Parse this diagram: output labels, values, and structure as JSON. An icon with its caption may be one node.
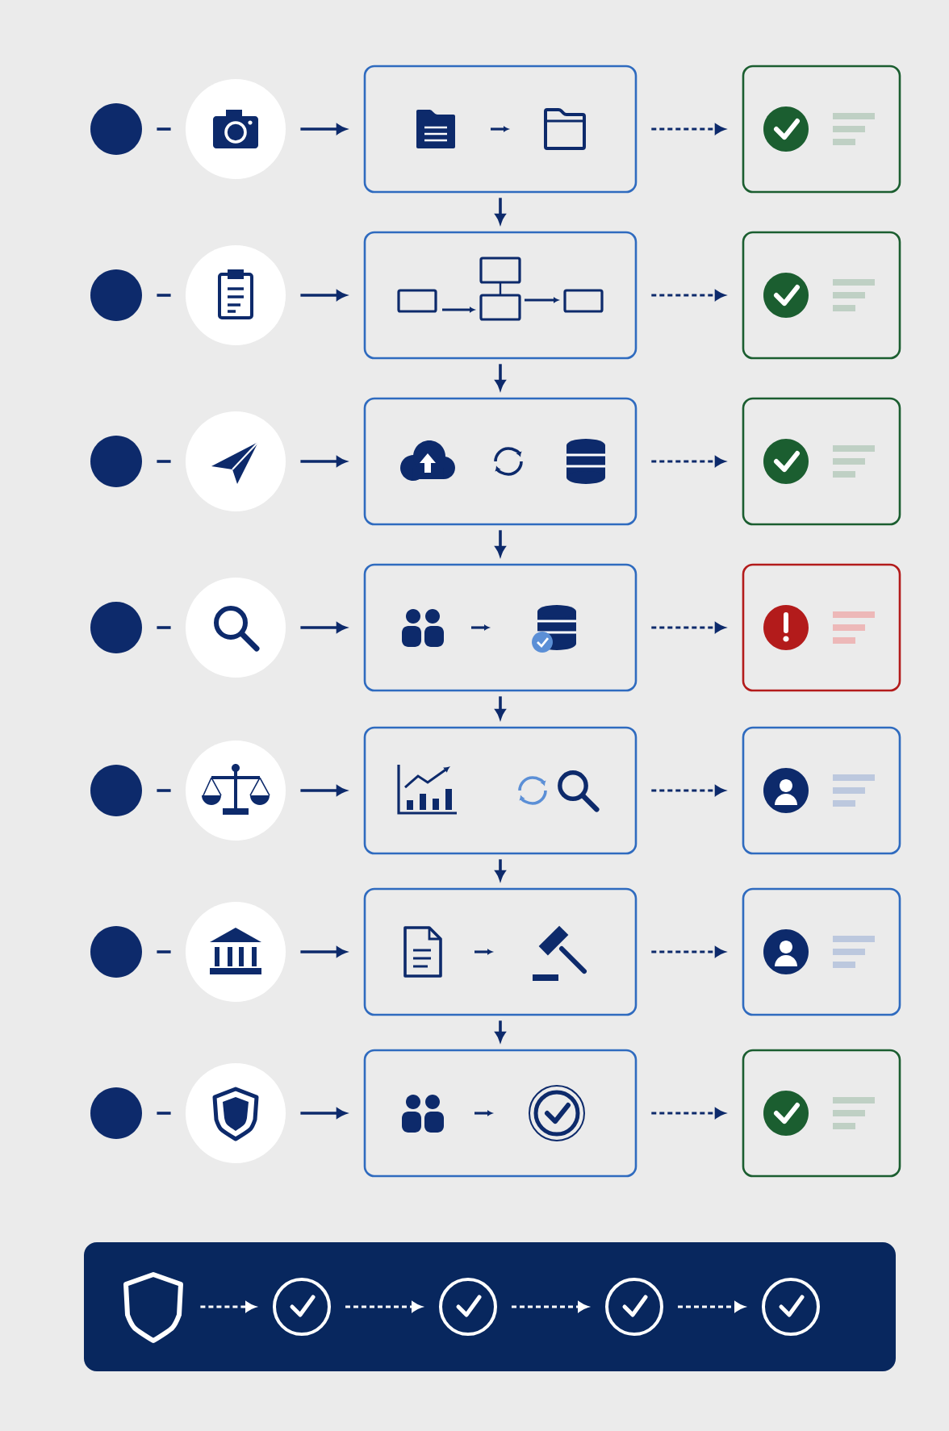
{
  "diagram": {
    "nodes": [
      {
        "text": [],
        "shape": "circle"
      },
      {
        "text": [],
        "shape": "circle"
      },
      {
        "text": [],
        "shape": "box"
      },
      {
        "text": [],
        "shape": "box"
      },
      {
        "text": [],
        "shape": "circle"
      },
      {
        "text": [],
        "shape": "circle"
      },
      {
        "text": [],
        "shape": "box"
      },
      {
        "text": [],
        "shape": "box"
      },
      {
        "text": [],
        "shape": "circle"
      },
      {
        "text": [],
        "shape": "circle"
      },
      {
        "text": [],
        "shape": "box"
      },
      {
        "text": [],
        "shape": "box"
      },
      {
        "text": [],
        "shape": "circle"
      },
      {
        "text": [],
        "shape": "circle"
      },
      {
        "text": [],
        "shape": "box"
      },
      {
        "text": [],
        "shape": "box"
      },
      {
        "text": [],
        "shape": "circle"
      },
      {
        "text": [],
        "shape": "circle"
      },
      {
        "text": [],
        "shape": "box"
      },
      {
        "text": [],
        "shape": "box"
      },
      {
        "text": [],
        "shape": "circle"
      },
      {
        "text": [],
        "shape": "circle"
      },
      {
        "text": [],
        "shape": "box"
      },
      {
        "text": [],
        "shape": "box"
      },
      {
        "text": [],
        "shape": "circle"
      },
      {
        "text": [],
        "shape": "circle"
      },
      {
        "text": [],
        "shape": "box"
      },
      {
        "text": [],
        "shape": "box"
      },
      {
        "text": [],
        "shape": "box"
      },
      {
        "text": [],
        "shape": "shield",
        "in": 28
      },
      {
        "text": [],
        "shape": "circle",
        "in": 28
      },
      {
        "text": [],
        "shape": "circle",
        "in": 28
      },
      {
        "text": [],
        "shape": "circle",
        "in": 28
      },
      {
        "text": [],
        "shape": "circle",
        "in": 28
      }
    ],
    "edges": [
      {
        "from": 0,
        "to": 1,
        "arrow": "none"
      },
      {
        "from": 1,
        "to": 2,
        "arrow": "to"
      },
      {
        "from": 2,
        "to": 3,
        "arrow": "to",
        "style": "dashed"
      },
      {
        "from": 2,
        "to": 6,
        "arrow": "to"
      },
      {
        "from": 4,
        "to": 5,
        "arrow": "none"
      },
      {
        "from": 5,
        "to": 6,
        "arrow": "to"
      },
      {
        "from": 6,
        "to": 7,
        "arrow": "to",
        "style": "dashed"
      },
      {
        "from": 6,
        "to": 10,
        "arrow": "to"
      },
      {
        "from": 8,
        "to": 9,
        "arrow": "none"
      },
      {
        "from": 9,
        "to": 10,
        "arrow": "to"
      },
      {
        "from": 10,
        "to": 11,
        "arrow": "to",
        "style": "dashed"
      },
      {
        "from": 10,
        "to": 14,
        "arrow": "to"
      },
      {
        "from": 12,
        "to": 13,
        "arrow": "none"
      },
      {
        "from": 13,
        "to": 14,
        "arrow": "to"
      },
      {
        "from": 14,
        "to": 15,
        "arrow": "to",
        "style": "dashed"
      },
      {
        "from": 14,
        "to": 18,
        "arrow": "to"
      },
      {
        "from": 16,
        "to": 17,
        "arrow": "none"
      },
      {
        "from": 17,
        "to": 18,
        "arrow": "to"
      },
      {
        "from": 18,
        "to": 19,
        "arrow": "to",
        "style": "dashed"
      },
      {
        "from": 18,
        "to": 22,
        "arrow": "to"
      },
      {
        "from": 20,
        "to": 21,
        "arrow": "none"
      },
      {
        "from": 21,
        "to": 22,
        "arrow": "to"
      },
      {
        "from": 22,
        "to": 23,
        "arrow": "to",
        "style": "dashed"
      },
      {
        "from": 22,
        "to": 26,
        "arrow": "to"
      },
      {
        "from": 24,
        "to": 25,
        "arrow": "none"
      },
      {
        "from": 25,
        "to": 26,
        "arrow": "to"
      },
      {
        "from": 26,
        "to": 27,
        "arrow": "to",
        "style": "dashed"
      },
      {
        "from": 29,
        "to": 30,
        "arrow": "to",
        "style": "dashed",
        "color": "#ffffff"
      },
      {
        "from": 30,
        "to": 31,
        "arrow": "to",
        "style": "dashed",
        "color": "#ffffff"
      },
      {
        "from": 31,
        "to": 32,
        "arrow": "to",
        "style": "dashed",
        "color": "#ffffff"
      },
      {
        "from": 32,
        "to": 33,
        "arrow": "to",
        "style": "dashed",
        "color": "#ffffff"
      }
    ]
  }
}
